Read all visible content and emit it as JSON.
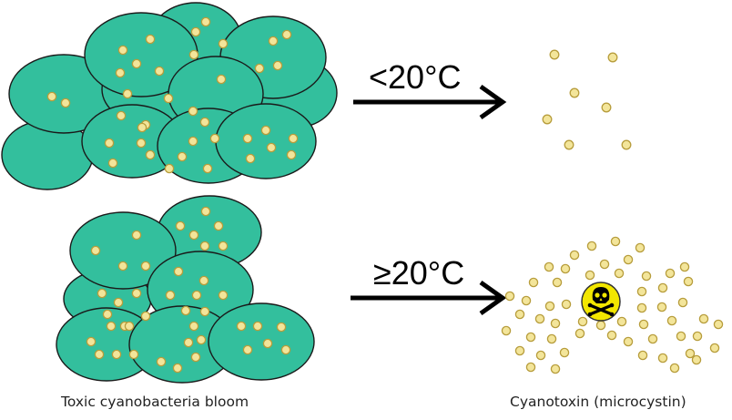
{
  "diagram": {
    "top_arrow_label": "<20°C",
    "bottom_arrow_label": "≥20°C",
    "left_caption": "Toxic cyanobacteria bloom",
    "right_caption": "Cyanotoxin (microcystin)"
  },
  "colors": {
    "cell_fill": "#33bf9d",
    "cell_stroke": "#1a1a1a",
    "toxin_fill": "#f3e59a",
    "toxin_stroke": "#b79d3c",
    "hazard_fill": "#f2e600",
    "arrow": "#000000"
  },
  "icons": {
    "hazard": "skull-and-crossbones-icon"
  }
}
